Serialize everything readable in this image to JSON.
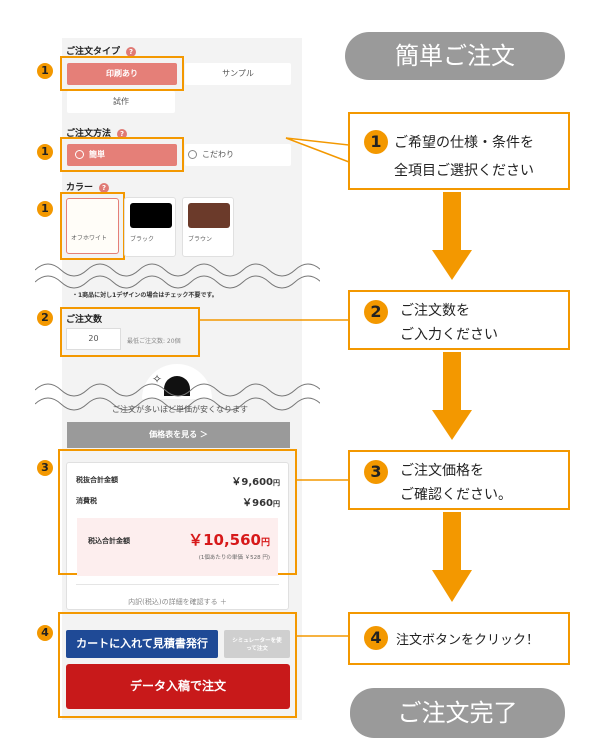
{
  "order_type": {
    "label": "ご注文タイプ",
    "options": [
      "印刷あり",
      "サンプル",
      "試作"
    ],
    "selected": "印刷あり"
  },
  "order_method": {
    "label": "ご注文方法",
    "options": [
      "簡単",
      "こだわり"
    ],
    "selected": "簡単"
  },
  "color": {
    "label": "カラー",
    "options": [
      {
        "name": "オフホワイト",
        "swatch": "#fffdf8"
      },
      {
        "name": "ブラック",
        "swatch": "#000000"
      },
      {
        "name": "ブラウン",
        "swatch": "#6b3a2a"
      }
    ],
    "selected": "オフホワイト"
  },
  "note": "・1商品に対し1デザインの場合はチェック不要です。",
  "quantity": {
    "label": "ご注文数",
    "value": "20",
    "min_note": "最低ご注文数: 20個"
  },
  "bulk_note": "ご注文が多いほど単価が安くなります",
  "price_table_button": "価格表を見る ＞",
  "price": {
    "subtotal_label": "税抜合計金額",
    "subtotal": "￥9,600",
    "tax_label": "消費税",
    "tax": "￥960",
    "total_label": "税込合計金額",
    "total": "￥10,560",
    "yen": "円",
    "unit_note": "(1個あたりの単価 ￥528 円)",
    "details_link": "内訳(税込)の詳細を確認する ＋"
  },
  "buttons": {
    "cart": "カートに入れて見積書発行",
    "simulator": "シミュレーターを使って注文",
    "order": "データ入稿で注文"
  },
  "flow": {
    "start": "簡単ご注文",
    "steps": [
      {
        "num": "1",
        "line1": "ご希望の仕様・条件を",
        "line2": "全項目ご選択ください"
      },
      {
        "num": "2",
        "line1": "ご注文数を",
        "line2": "ご入力ください"
      },
      {
        "num": "3",
        "line1": "ご注文価格を",
        "line2": "ご確認ください。"
      },
      {
        "num": "4",
        "line1": "注文ボタンをクリック！",
        "line2": ""
      }
    ],
    "end": "ご注文完了"
  },
  "colors": {
    "accent": "#f39800",
    "selected": "#e57f78",
    "cart": "#1f4a96",
    "order": "#c8191a",
    "total": "#d7191a"
  }
}
